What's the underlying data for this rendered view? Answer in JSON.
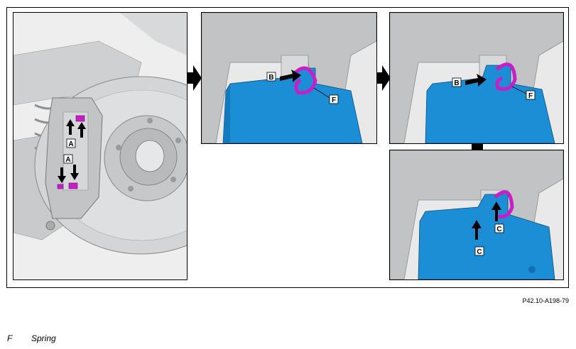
{
  "labels": {
    "a": "A",
    "b": "B",
    "c": "C",
    "f": "F"
  },
  "reference": "P42.10-A198-79",
  "legend": [
    {
      "key": "F",
      "text": "Spring"
    }
  ],
  "colors": {
    "pad_blue": "#1b8ed6",
    "spring_magenta": "#c81ec8",
    "caliper_grey": "#b9bcbe"
  }
}
